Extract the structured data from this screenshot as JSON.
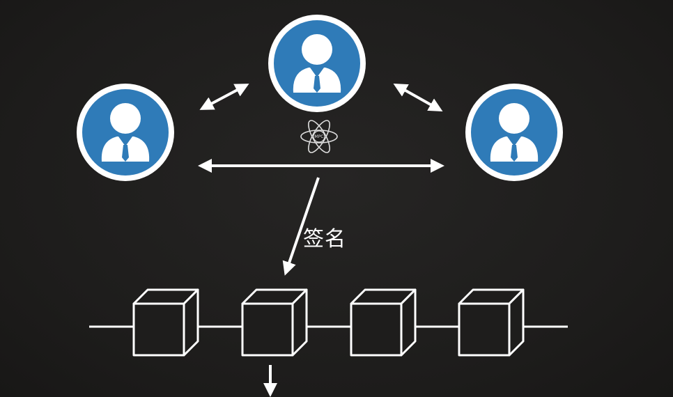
{
  "diagram": {
    "sign_label": "签名",
    "mpc_label": "MPC",
    "participants": [
      {
        "name": "participant-left"
      },
      {
        "name": "participant-top"
      },
      {
        "name": "participant-right"
      }
    ],
    "blocks": [
      {
        "name": "block-1"
      },
      {
        "name": "block-2"
      },
      {
        "name": "block-3"
      },
      {
        "name": "block-4"
      }
    ],
    "colors": {
      "background": "#1e1d1c",
      "avatar_fill": "#2f7bb8",
      "avatar_ring": "#ffffff",
      "line": "#ffffff"
    }
  }
}
